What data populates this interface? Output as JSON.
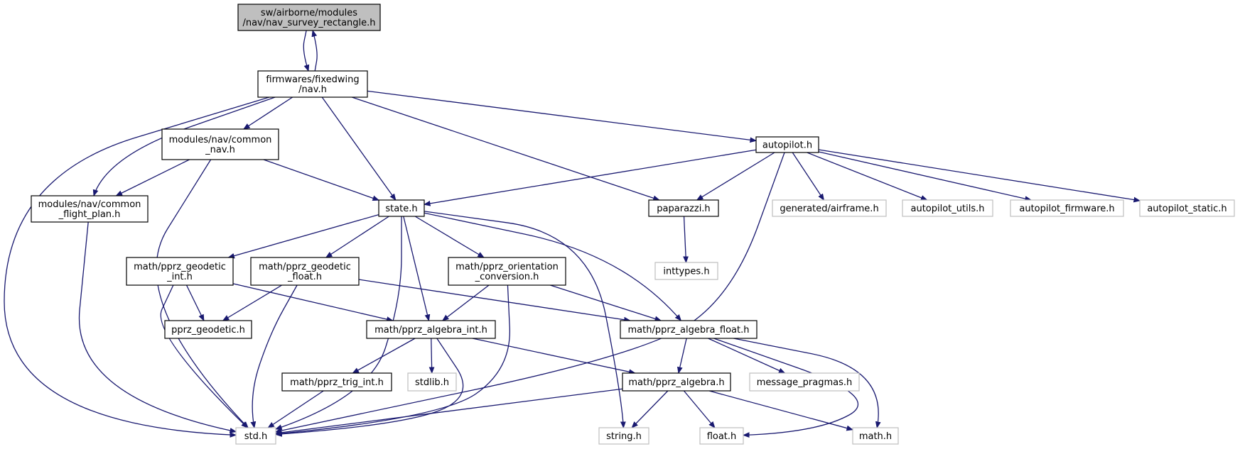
{
  "colors": {
    "edge": "#191970",
    "root_fill": "#bfbfbf",
    "node_border": "#000000",
    "external_border": "#bfbfbf",
    "node_fill": "#ffffff",
    "text": "#000000"
  },
  "nodes": [
    {
      "id": "root",
      "label": [
        "sw/airborne/modules",
        "/nav/nav_survey_rectangle.h"
      ],
      "kind": "root"
    },
    {
      "id": "nav",
      "label": [
        "firmwares/fixedwing",
        "/nav.h"
      ],
      "kind": "normal"
    },
    {
      "id": "common_nav",
      "label": [
        "modules/nav/common",
        "_nav.h"
      ],
      "kind": "normal"
    },
    {
      "id": "autopilot",
      "label": [
        "autopilot.h"
      ],
      "kind": "normal"
    },
    {
      "id": "flight_plan",
      "label": [
        "modules/nav/common",
        "_flight_plan.h"
      ],
      "kind": "normal"
    },
    {
      "id": "state",
      "label": [
        "state.h"
      ],
      "kind": "normal"
    },
    {
      "id": "paparazzi",
      "label": [
        "paparazzi.h"
      ],
      "kind": "normal"
    },
    {
      "id": "gen_airframe",
      "label": [
        "generated/airframe.h"
      ],
      "kind": "external"
    },
    {
      "id": "ap_utils",
      "label": [
        "autopilot_utils.h"
      ],
      "kind": "external"
    },
    {
      "id": "ap_firmware",
      "label": [
        "autopilot_firmware.h"
      ],
      "kind": "external"
    },
    {
      "id": "ap_static",
      "label": [
        "autopilot_static.h"
      ],
      "kind": "external"
    },
    {
      "id": "inttypes",
      "label": [
        "inttypes.h"
      ],
      "kind": "external"
    },
    {
      "id": "geo_int",
      "label": [
        "math/pprz_geodetic",
        "_int.h"
      ],
      "kind": "normal"
    },
    {
      "id": "geo_float",
      "label": [
        "math/pprz_geodetic",
        "_float.h"
      ],
      "kind": "normal"
    },
    {
      "id": "orient",
      "label": [
        "math/pprz_orientation",
        "_conversion.h"
      ],
      "kind": "normal"
    },
    {
      "id": "pprz_geodetic",
      "label": [
        "pprz_geodetic.h"
      ],
      "kind": "normal"
    },
    {
      "id": "alg_int",
      "label": [
        "math/pprz_algebra_int.h"
      ],
      "kind": "normal"
    },
    {
      "id": "alg_float",
      "label": [
        "math/pprz_algebra_float.h"
      ],
      "kind": "normal"
    },
    {
      "id": "trig_int",
      "label": [
        "math/pprz_trig_int.h"
      ],
      "kind": "normal"
    },
    {
      "id": "stdlib",
      "label": [
        "stdlib.h"
      ],
      "kind": "external"
    },
    {
      "id": "alg",
      "label": [
        "math/pprz_algebra.h"
      ],
      "kind": "normal"
    },
    {
      "id": "msg_pragmas",
      "label": [
        "message_pragmas.h"
      ],
      "kind": "external"
    },
    {
      "id": "std",
      "label": [
        "std.h"
      ],
      "kind": "external"
    },
    {
      "id": "string",
      "label": [
        "string.h"
      ],
      "kind": "external"
    },
    {
      "id": "float",
      "label": [
        "float.h"
      ],
      "kind": "external"
    },
    {
      "id": "math",
      "label": [
        "math.h"
      ],
      "kind": "external"
    }
  ],
  "edges": [
    [
      "root",
      "nav"
    ],
    [
      "nav",
      "root"
    ],
    [
      "nav",
      "common_nav"
    ],
    [
      "nav",
      "flight_plan"
    ],
    [
      "nav",
      "std"
    ],
    [
      "nav",
      "state"
    ],
    [
      "nav",
      "paparazzi"
    ],
    [
      "nav",
      "autopilot"
    ],
    [
      "common_nav",
      "flight_plan"
    ],
    [
      "common_nav",
      "state"
    ],
    [
      "common_nav",
      "std"
    ],
    [
      "flight_plan",
      "std"
    ],
    [
      "autopilot",
      "state"
    ],
    [
      "autopilot",
      "paparazzi"
    ],
    [
      "autopilot",
      "std"
    ],
    [
      "autopilot",
      "gen_airframe"
    ],
    [
      "autopilot",
      "ap_utils"
    ],
    [
      "autopilot",
      "ap_firmware"
    ],
    [
      "autopilot",
      "ap_static"
    ],
    [
      "paparazzi",
      "inttypes"
    ],
    [
      "state",
      "geo_int"
    ],
    [
      "state",
      "geo_float"
    ],
    [
      "state",
      "orient"
    ],
    [
      "state",
      "alg_int"
    ],
    [
      "state",
      "alg_float"
    ],
    [
      "state",
      "std"
    ],
    [
      "state",
      "string"
    ],
    [
      "geo_int",
      "pprz_geodetic"
    ],
    [
      "geo_int",
      "alg_int"
    ],
    [
      "geo_int",
      "std"
    ],
    [
      "geo_float",
      "pprz_geodetic"
    ],
    [
      "geo_float",
      "alg_float"
    ],
    [
      "geo_float",
      "std"
    ],
    [
      "orient",
      "alg_int"
    ],
    [
      "orient",
      "alg_float"
    ],
    [
      "orient",
      "std"
    ],
    [
      "alg_int",
      "trig_int"
    ],
    [
      "alg_int",
      "stdlib"
    ],
    [
      "alg_int",
      "alg"
    ],
    [
      "alg_int",
      "std"
    ],
    [
      "alg_float",
      "alg"
    ],
    [
      "alg_float",
      "msg_pragmas"
    ],
    [
      "alg_float",
      "float"
    ],
    [
      "alg_float",
      "math"
    ],
    [
      "trig_int",
      "std"
    ],
    [
      "alg",
      "std"
    ],
    [
      "alg",
      "string"
    ],
    [
      "alg",
      "float"
    ],
    [
      "alg",
      "math"
    ]
  ]
}
